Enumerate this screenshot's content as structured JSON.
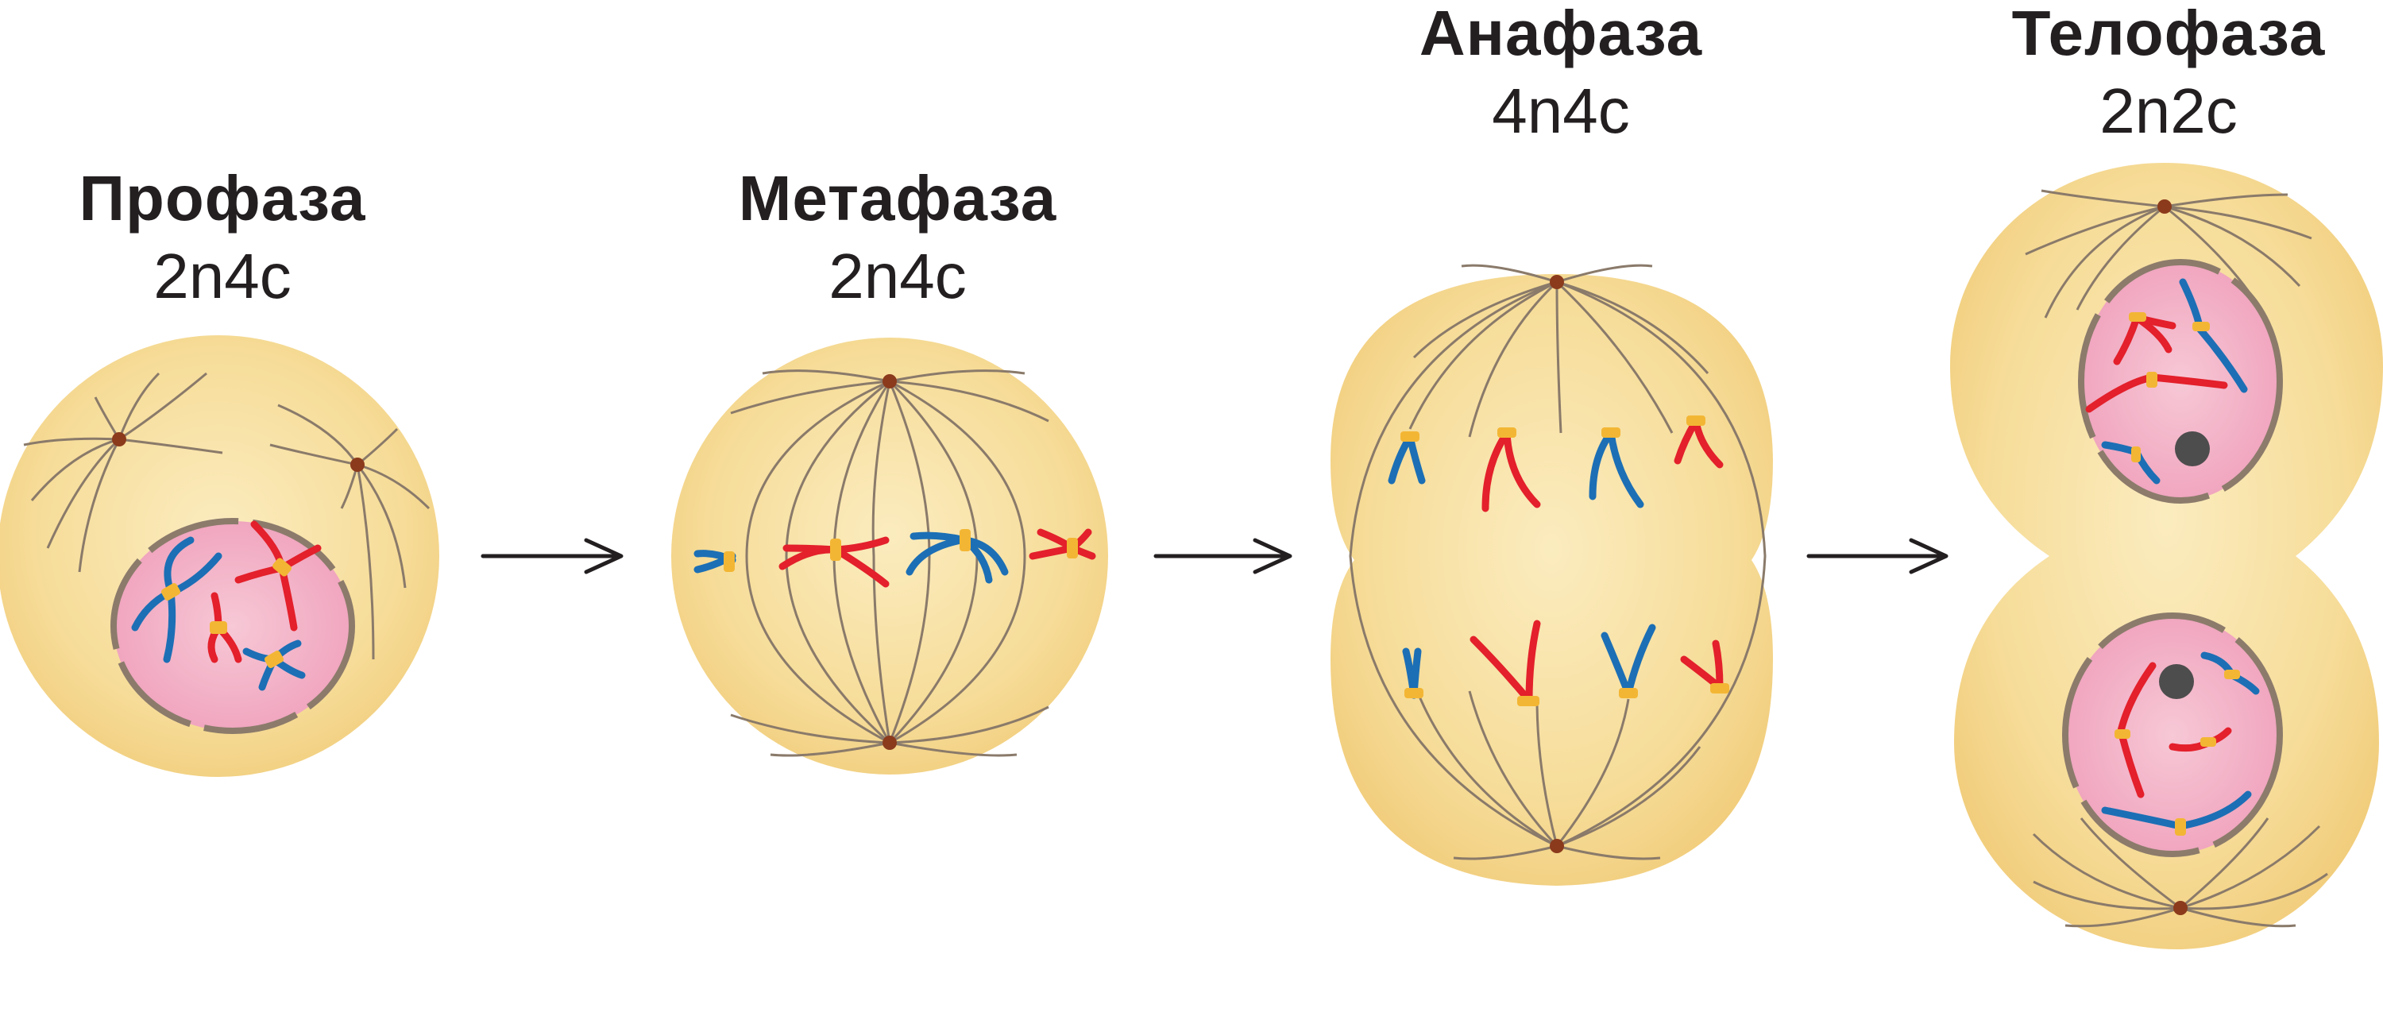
{
  "phases": [
    {
      "name": "Профаза",
      "formula": "2n4c"
    },
    {
      "name": "Метафаза",
      "formula": "2n4c"
    },
    {
      "name": "Анафаза",
      "formula": "4n4c"
    },
    {
      "name": "Телофаза",
      "formula": "2n2c"
    }
  ],
  "colors": {
    "cytoplasm": "#f5d98f",
    "cytoplasm_light": "#fbecbf",
    "nucleus": "#f3b9cc",
    "nuclear_envelope": "#8c7b6b",
    "spindle": "#8a7a6a",
    "centriole": "#8b3a1c",
    "chromosome_red": "#e3202b",
    "chromosome_blue": "#1c6fb5",
    "centromere": "#f3b634",
    "nucleolus": "#4d4d4d",
    "arrow": "#231f20"
  }
}
